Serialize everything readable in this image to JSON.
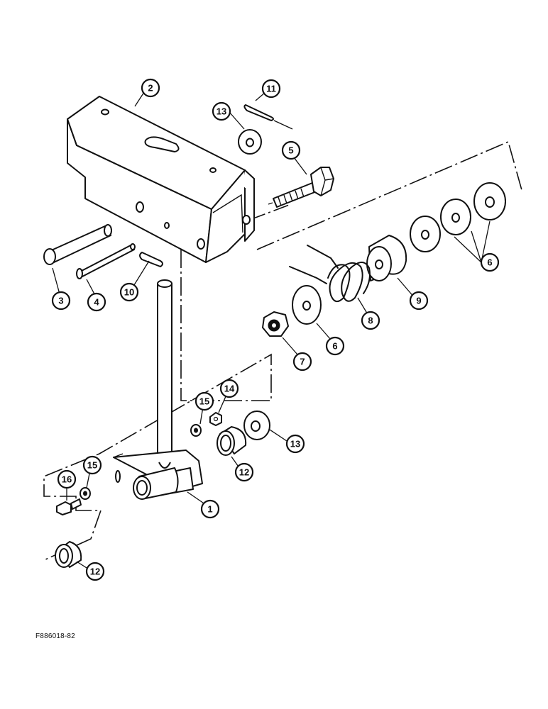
{
  "figure_id": "F886018-82",
  "callouts": [
    {
      "id": "c2",
      "label": "2"
    },
    {
      "id": "c13a",
      "label": "13"
    },
    {
      "id": "c11",
      "label": "11"
    },
    {
      "id": "c5",
      "label": "5"
    },
    {
      "id": "c3",
      "label": "3"
    },
    {
      "id": "c4",
      "label": "4"
    },
    {
      "id": "c10",
      "label": "10"
    },
    {
      "id": "c6a",
      "label": "6"
    },
    {
      "id": "c9",
      "label": "9"
    },
    {
      "id": "c8",
      "label": "8"
    },
    {
      "id": "c7",
      "label": "7"
    },
    {
      "id": "c6b",
      "label": "6"
    },
    {
      "id": "c15a",
      "label": "15"
    },
    {
      "id": "c14",
      "label": "14"
    },
    {
      "id": "c13b",
      "label": "13"
    },
    {
      "id": "c12a",
      "label": "12"
    },
    {
      "id": "c16",
      "label": "16"
    },
    {
      "id": "c15b",
      "label": "15"
    },
    {
      "id": "c1",
      "label": "1"
    },
    {
      "id": "c12b",
      "label": "12"
    }
  ]
}
